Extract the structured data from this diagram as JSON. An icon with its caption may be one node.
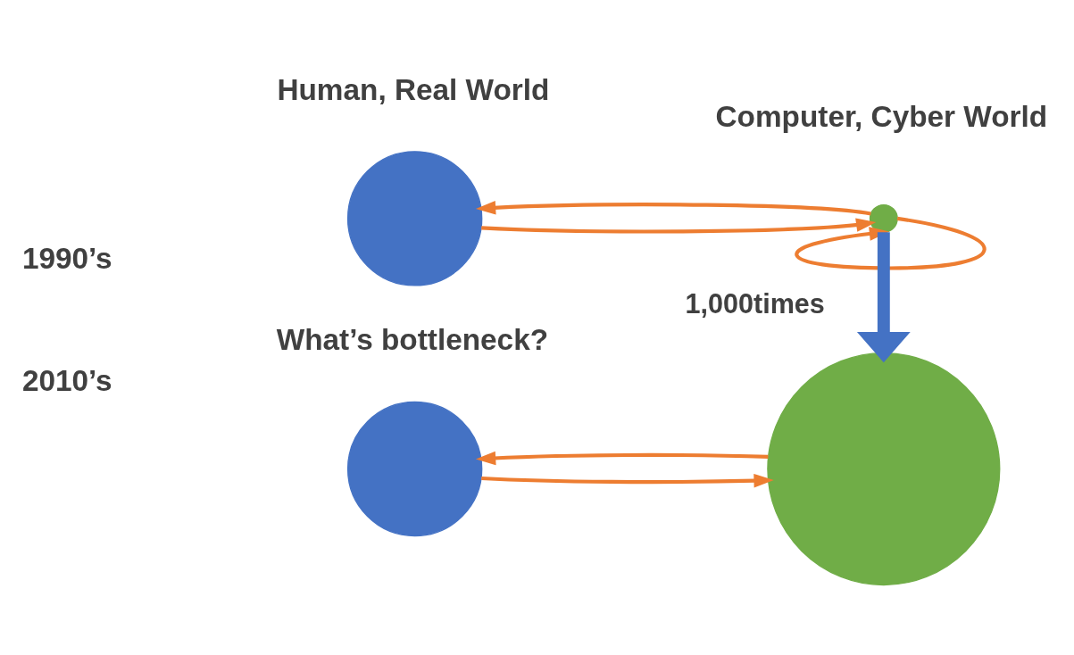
{
  "diagram": {
    "nodes": [
      {
        "text": [],
        "shape": "circle"
      },
      {
        "text": [],
        "shape": "circle"
      },
      {
        "text": [],
        "shape": "circle"
      },
      {
        "text": [],
        "shape": "circle"
      }
    ],
    "edges": [
      {
        "from": 0,
        "to": 1,
        "arrow": "to"
      },
      {
        "from": 1,
        "to": 0,
        "arrow": "to"
      },
      {
        "from": 1,
        "to": 1,
        "arrow": "to"
      },
      {
        "from": 1,
        "to": 3,
        "arrow": "to",
        "style": "thick",
        "color": "#4472c4",
        "label": "1,000times"
      },
      {
        "from": 2,
        "to": 3,
        "arrow": "to"
      },
      {
        "from": 3,
        "to": 2,
        "arrow": "to"
      }
    ],
    "labels": [
      "Human, Real World",
      "Computer, Cyber World",
      "1990’s",
      "What’s bottleneck?",
      "2010’s"
    ]
  }
}
